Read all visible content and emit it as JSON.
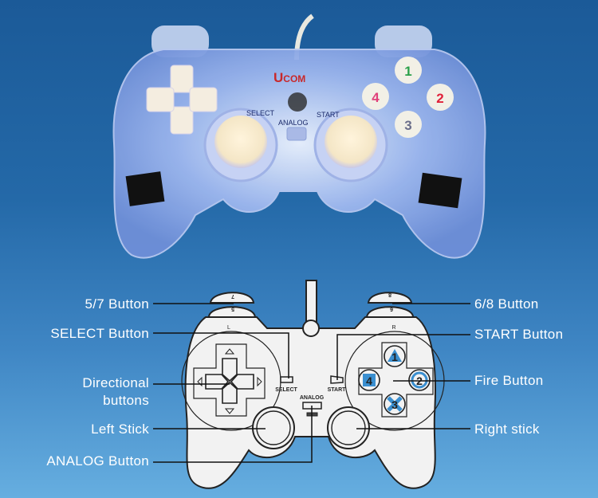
{
  "photo": {
    "brand_logo": "UCOM",
    "printed_labels": {
      "select": "SELECT",
      "start": "START",
      "analog": "ANALOG"
    },
    "face_buttons": [
      {
        "label": "1",
        "color": "#2aa04a"
      },
      {
        "label": "2",
        "color": "#e0203a"
      },
      {
        "label": "3",
        "color": "#6a6e8a"
      },
      {
        "label": "4",
        "color": "#e0407a"
      }
    ]
  },
  "diagram": {
    "shoulder_labels": {
      "left_top": "7",
      "left_bottom": "5",
      "left_grip": "L",
      "right_top": "8",
      "right_bottom": "6",
      "right_grip": "R"
    },
    "center_labels": {
      "select": "SELECT",
      "start": "START",
      "analog": "ANALOG"
    },
    "face_buttons": [
      "1",
      "2",
      "3",
      "4"
    ],
    "accent_color": "#3a8fd0"
  },
  "callouts": {
    "left": {
      "b57": "5/7 Button",
      "select": "SELECT  Button",
      "directional_1": "Directional",
      "directional_2": "buttons",
      "left_stick": "Left Stick",
      "analog": "ANALOG Button"
    },
    "right": {
      "b68": "6/8 Button",
      "start": "START Button",
      "fire": "Fire Button",
      "right_stick": "Right stick"
    }
  }
}
